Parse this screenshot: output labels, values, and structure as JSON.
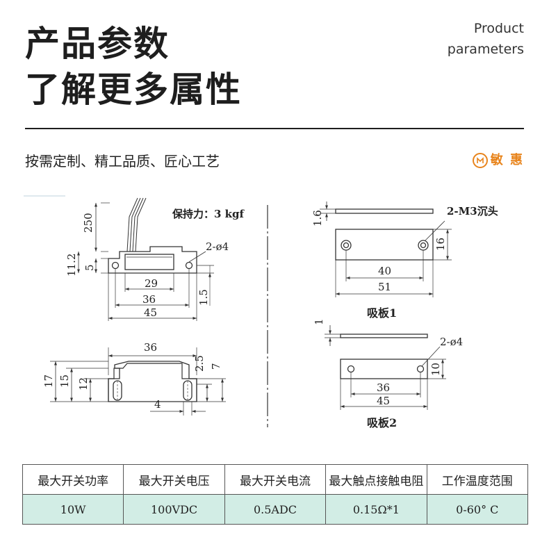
{
  "header": {
    "title_line1": "产品参数",
    "title_line2": "了解更多属性",
    "en_line1": "Product",
    "en_line2": "parameters"
  },
  "tagline": "按需定制、精工品质、匠心工艺",
  "brand": {
    "name": "敏 惠",
    "color": "#e8841c",
    "icon": "brand-logo-icon"
  },
  "drawing": {
    "switch": {
      "holding_force": "保持力：3 kgf",
      "dims": {
        "wire_length": "250",
        "height_a": "11.2",
        "height_b": "5",
        "hole_label": "2-ø4",
        "w29": "29",
        "w36": "36",
        "w45": "45",
        "h15": "1.5"
      }
    },
    "side_view": {
      "dims": {
        "w36": "36",
        "h17": "17",
        "h15": "15",
        "h12": "12",
        "h25": "2.5",
        "h7": "7",
        "w4": "4"
      }
    },
    "plate1": {
      "caption": "吸板1",
      "dims": {
        "thickness": "1.6",
        "hole_label": "2-M3沉头",
        "h16": "16",
        "w40": "40",
        "w51": "51"
      }
    },
    "plate2": {
      "caption": "吸板2",
      "dims": {
        "thickness": "1",
        "hole_label": "2-ø4",
        "h10": "10",
        "w36": "36",
        "w45": "45"
      }
    }
  },
  "specs_table": {
    "headers": [
      "最大开关功率",
      "最大开关电压",
      "最大开关电流",
      "最大触点接触电阻",
      "工作温度范围"
    ],
    "values": [
      "10W",
      "100VDC",
      "0.5ADC",
      "0.15Ω*1",
      "0-60° C"
    ],
    "value_bg": "#d2ede5"
  }
}
